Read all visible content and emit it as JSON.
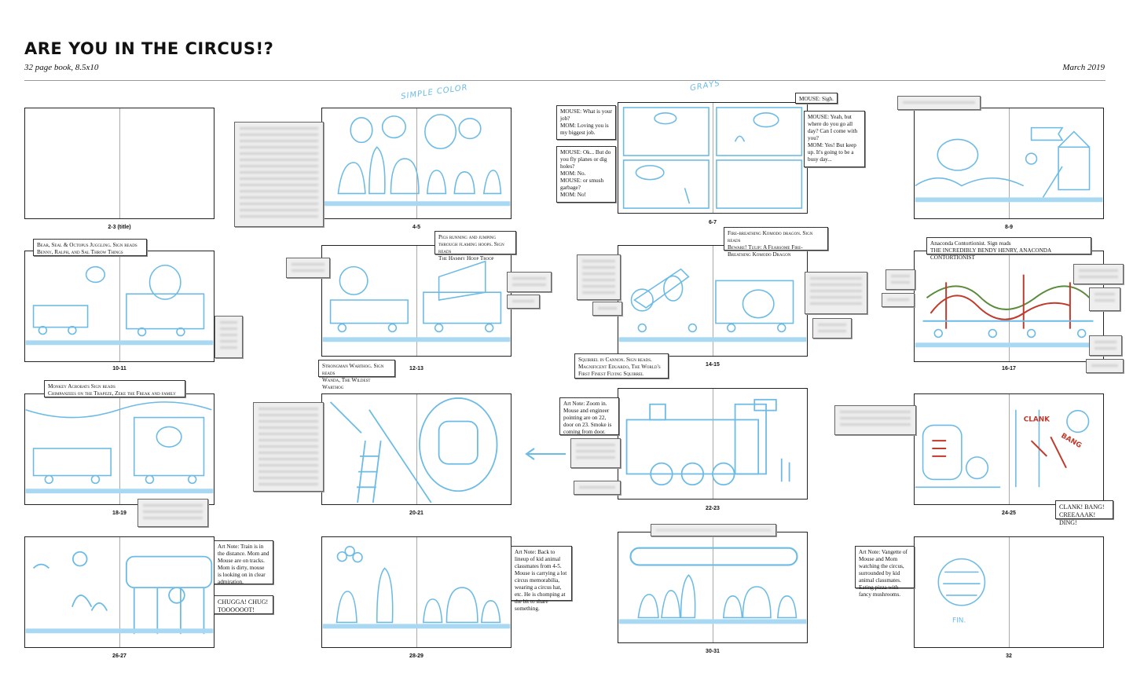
{
  "header": {
    "title": "ARE YOU IN THE CIRCUS!?",
    "subtitle": "32 page book, 8.5x10",
    "date": "March 2019"
  },
  "handwriting": {
    "simple_color": "SIMPLE COLOR",
    "grays": "GRAYS"
  },
  "spreads": [
    {
      "label": "2-3 (title)"
    },
    {
      "label": "4-5"
    },
    {
      "label": "6-7"
    },
    {
      "label": "8-9"
    },
    {
      "label": "10-11"
    },
    {
      "label": "12-13"
    },
    {
      "label": "14-15"
    },
    {
      "label": "16-17"
    },
    {
      "label": "18-19"
    },
    {
      "label": "20-21"
    },
    {
      "label": "22-23"
    },
    {
      "label": "24-25"
    },
    {
      "label": "26-27"
    },
    {
      "label": "28-29"
    },
    {
      "label": "30-31"
    },
    {
      "label": "32"
    }
  ],
  "notes": {
    "mouse_job": "MOUSE: What is your job?\nMOM: Loving you is my biggest job.",
    "mouse_planes": "MOUSE: Ok... But do you fly planes or dig holes?\nMOM: No.\nMOUSE: or smush garbage?\nMOM: No!",
    "mouse_sigh": "MOUSE: Sigh.",
    "mouse_yeah": "MOUSE: Yeah, but where do you go all day? Can I come with you?\nMOM: Yes! But keep up. It's going to be a busy day...",
    "juggling": "Bear, Seal & Octopus Juggling. Sign reads\nBenny, Ralph, and Sal Throw Things",
    "pigs": "Pigs running and jumping through flaming hoops. Sign reads\nThe Hammy Hoop Troop",
    "strongman": "Strongman Warthog. Sign reads\nWanda, The Wildest Warthog",
    "komodo": "Fire-breathing Komodo dragon. Sign reads\nBeware! Tulip: A Fearsome Fire-Breathing Komodo Dragon",
    "squirrel": "Squirrel in Cannon. Sign reads.\nMagnificent Eduardo, The World's First Finest Flying Squirrel",
    "anaconda": "Anaconda Contortionist. Sign reads\nTHE INCREDIBLY BENDY HENRY, ANACONDA CONTORTIONIST",
    "monkey": "Monkey Acrobats Sign reads\nChimpanzees on the Trapeze, Zeke the Freak and family",
    "zoom": "Art Note: Zoom in. Mouse and engineer pointing are on 22, door on 23. Smoke is coming from door.",
    "clank": "CLANK! BANG!\nCREEAAAK! DING!",
    "train_distance": "Art Note: Train is in the distance. Mom and Mouse are on tracks. Mom is dirty, mouse is looking on in clear admiration.",
    "chugga": "CHUGGA! CHUG!\nTOOOOOOT!",
    "lineup": "Art Note: Back to lineup of kid animal classmates from 4-5. Mouse is carrying a lot circus memorabilia, wearing a circus hat, etc. He is chomping at the bit to share something.",
    "vignette": "Art Note: Vangette of Mouse and Mom watching the circus, surrounded by kid animal classmates. Eating pizza with fancy mushrooms."
  },
  "colors": {
    "sketch_blue": "#6cbbe6",
    "ground_blue": "#a9d8f2",
    "sketch_red": "#c0392b",
    "sketch_green": "#5a8a3a"
  }
}
